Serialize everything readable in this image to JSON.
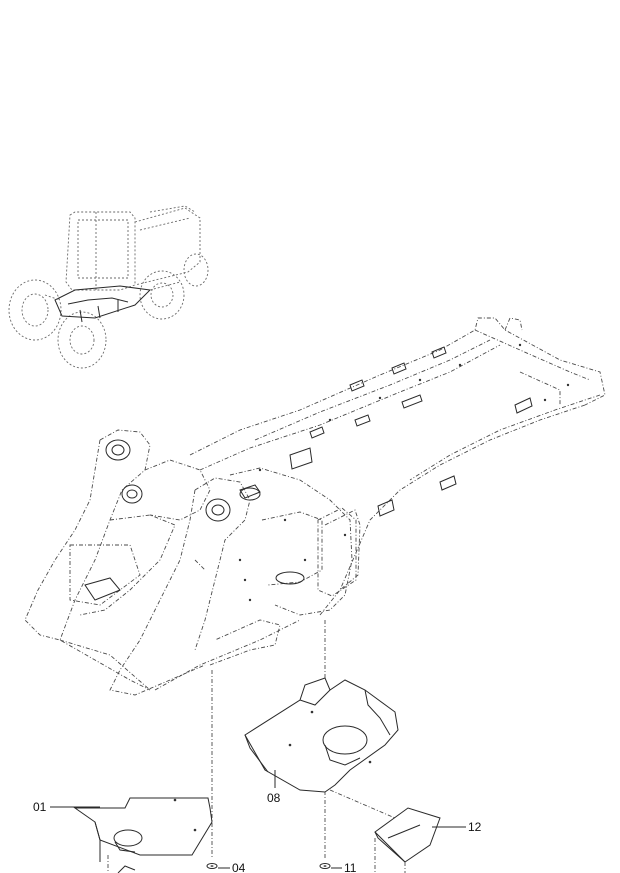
{
  "callouts": {
    "c01": "01",
    "c04": "04",
    "c08": "08",
    "c11": "11",
    "c12": "12"
  }
}
